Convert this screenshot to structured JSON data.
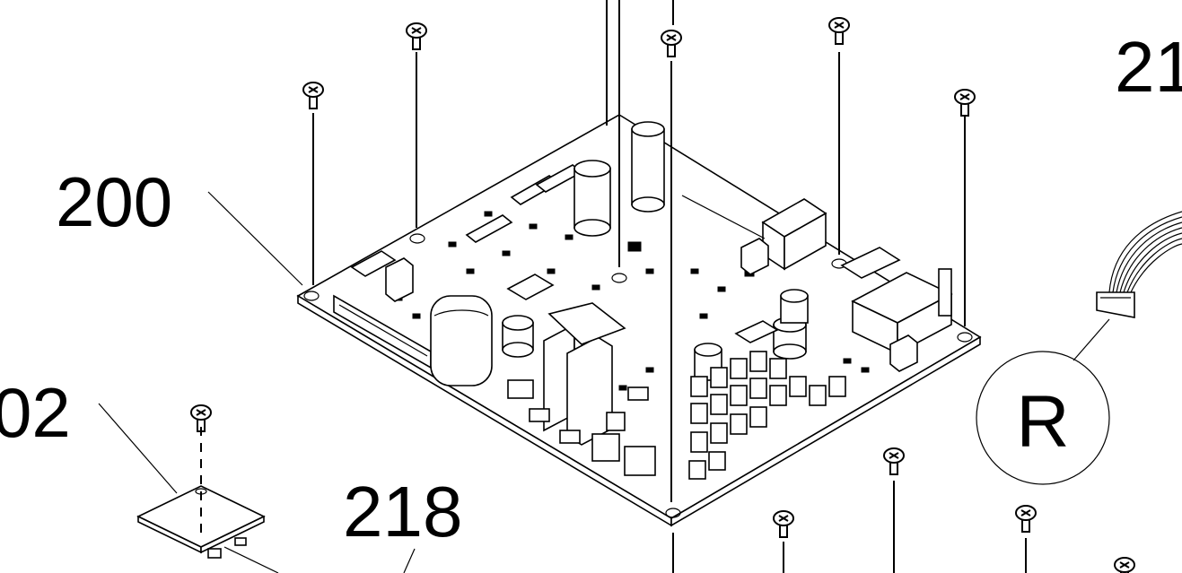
{
  "diagram": {
    "callouts": {
      "board": "200",
      "small_board": "02",
      "bracket": "218",
      "top_right": "21",
      "reference": "R"
    }
  }
}
